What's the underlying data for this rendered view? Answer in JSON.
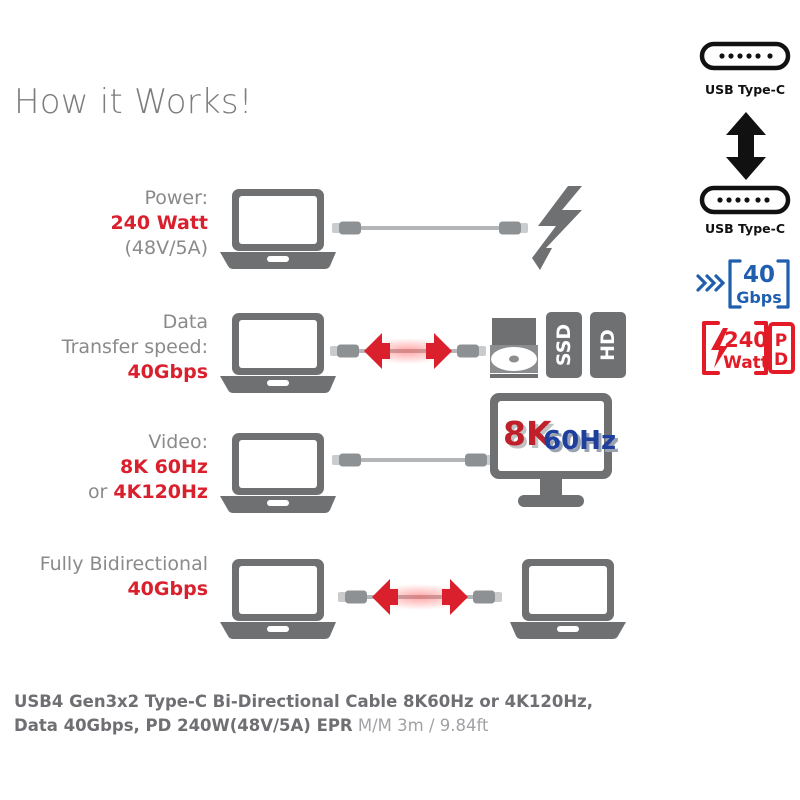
{
  "title": "How it Works!",
  "colors": {
    "red": "#d9202c",
    "gray_text": "#8a8a8a",
    "device_gray": "#6e7072",
    "cable_gray": "#b4b6b8",
    "blue": "#1f5fae",
    "dark": "#111111"
  },
  "rows": [
    {
      "id": "power",
      "lines": [
        {
          "text": "Power:",
          "style": "gray"
        },
        {
          "text": "240 Watt",
          "style": "red"
        },
        {
          "text": "(48V/5A)",
          "style": "gray"
        }
      ],
      "source_icon": "laptop-icon",
      "cable_icon": "usb-c-cable",
      "target_icon": "lightning-bolt-icon"
    },
    {
      "id": "data",
      "lines": [
        {
          "text": "Data",
          "style": "gray"
        },
        {
          "text": "Transfer speed:",
          "style": "gray"
        },
        {
          "text": "40Gbps",
          "style": "red"
        }
      ],
      "source_icon": "laptop-icon",
      "cable_icon": "usb-c-cable-bidirectional",
      "storage": [
        {
          "label": "",
          "icon": "optical-disc-drive-icon"
        },
        {
          "label": "SSD",
          "icon": "ssd-drive-icon"
        },
        {
          "label": "HD",
          "icon": "hard-drive-icon"
        }
      ]
    },
    {
      "id": "video",
      "lines": [
        {
          "text": "Video:",
          "style": "gray"
        },
        {
          "text": "8K 60Hz",
          "style": "red"
        },
        {
          "text": "or 4K120Hz",
          "style": "gray-red"
        }
      ],
      "or_prefix": "or ",
      "or_value": "4K120Hz",
      "source_icon": "laptop-icon",
      "cable_icon": "usb-c-cable",
      "monitor": {
        "icon": "monitor-icon",
        "resolution": "8K",
        "refresh": "60Hz"
      }
    },
    {
      "id": "bidirectional",
      "lines": [
        {
          "text": "Fully Bidirectional",
          "style": "gray"
        },
        {
          "text": "40Gbps",
          "style": "red"
        }
      ],
      "source_icon": "laptop-icon",
      "cable_icon": "usb-c-cable-bidirectional",
      "target_icon": "laptop-icon"
    }
  ],
  "sidebar": {
    "connector_top_label": "USB Type-C",
    "connector_bottom_label": "USB Type-C",
    "arrow_icon": "double-arrow-vertical-icon",
    "speed_badge": {
      "value": "40",
      "unit": "Gbps",
      "icon": "speed-chevrons-icon"
    },
    "power_badge": {
      "value": "240",
      "unit": "Watt",
      "standard": "PD",
      "icon": "lightning-bolt-icon"
    }
  },
  "caption": {
    "line1_bold": "USB4 Gen3x2 Type-C Bi-Directional Cable 8K60Hz or 4K120Hz,",
    "line2_bold": "Data 40Gbps, PD 240W(48V/5A) EPR",
    "line2_light": " M/M 3m / 9.84ft"
  }
}
